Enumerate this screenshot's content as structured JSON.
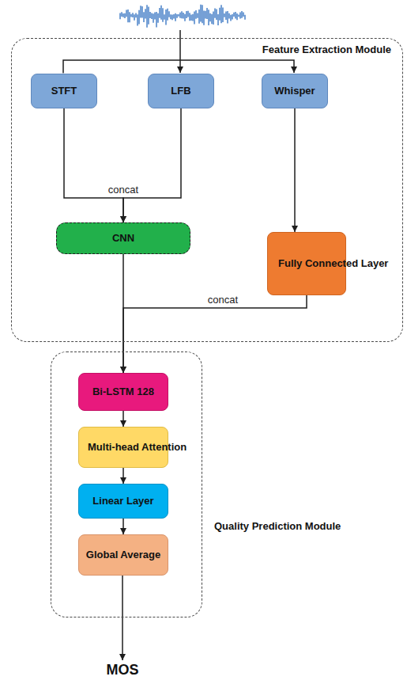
{
  "diagram": {
    "nodes": [
      {
        "text": [
          "Feature Extraction Module"
        ]
      },
      {
        "text": [
          "STFT"
        ],
        "in": 0
      },
      {
        "text": [
          "LFB"
        ],
        "in": 0
      },
      {
        "text": [
          "Whisper"
        ],
        "in": 0
      },
      {
        "text": [
          "CNN"
        ],
        "in": 0
      },
      {
        "text": [
          "Fully Connected Layer"
        ],
        "in": 0
      },
      {
        "text": [
          "Quality Prediction Module"
        ]
      },
      {
        "text": [
          "Bi-LSTM 128"
        ],
        "in": 6
      },
      {
        "text": [
          "Multi-head Attention"
        ],
        "in": 6
      },
      {
        "text": [
          "Linear Layer"
        ],
        "in": 6
      },
      {
        "text": [
          "Global Average"
        ],
        "in": 6
      }
    ],
    "edges": [
      {
        "from": 1,
        "to": 4,
        "label": "concat",
        "arrow": "to"
      },
      {
        "from": 2,
        "to": 4,
        "arrow": "to"
      },
      {
        "from": 3,
        "to": 5,
        "arrow": "to"
      },
      {
        "from": 4,
        "to": 7,
        "arrow": "to"
      },
      {
        "from": 5,
        "to": 7,
        "label": "concat",
        "arrow": "to"
      },
      {
        "from": 7,
        "to": 8,
        "arrow": "to"
      },
      {
        "from": 8,
        "to": 9,
        "arrow": "to"
      },
      {
        "from": 9,
        "to": 10,
        "arrow": "to"
      }
    ],
    "labels": [
      "MOS"
    ]
  }
}
